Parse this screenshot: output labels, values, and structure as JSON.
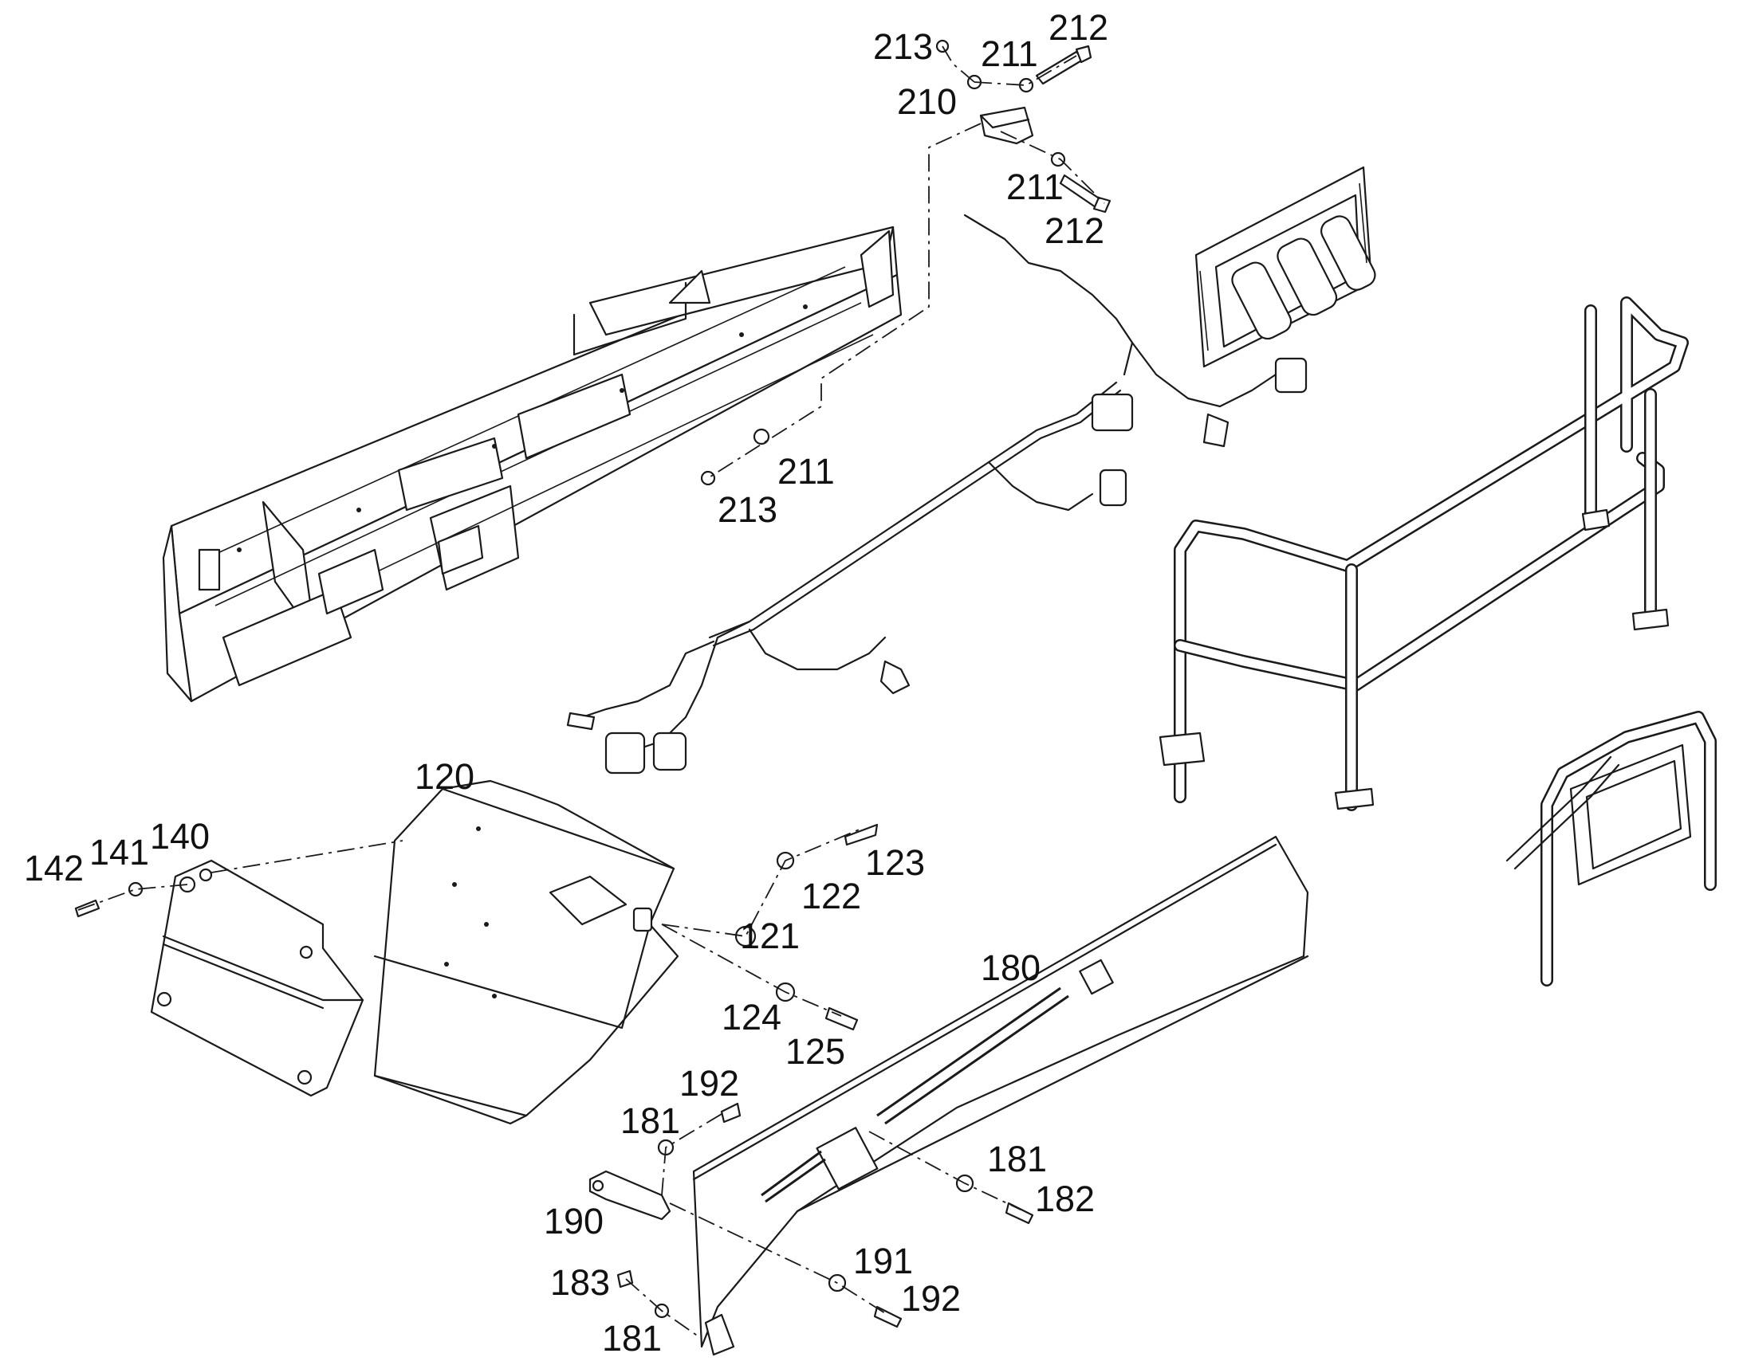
{
  "colors": {
    "line": "#1a1a1a",
    "background": "#ffffff",
    "text": "#111111"
  },
  "labels": {
    "l213a": "213",
    "l211a": "211",
    "l212a": "212",
    "l210": "210",
    "l211b": "211",
    "l212b": "212",
    "l211c": "211",
    "l213b": "213",
    "l120": "120",
    "l140": "140",
    "l141": "141",
    "l142": "142",
    "l123": "123",
    "l122": "122",
    "l121": "121",
    "l124": "124",
    "l125": "125",
    "l180": "180",
    "l192a": "192",
    "l181a": "181",
    "l181b": "181",
    "l182": "182",
    "l190": "190",
    "l191": "191",
    "l192b": "192",
    "l183": "183",
    "l181c": "181"
  }
}
